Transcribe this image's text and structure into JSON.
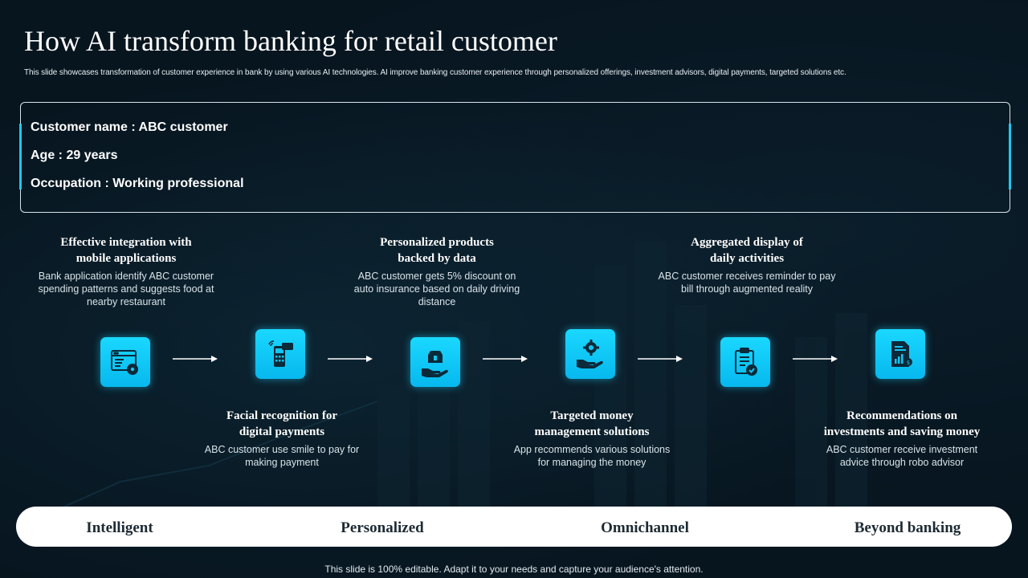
{
  "slide": {
    "title": "How AI transform banking for retail customer",
    "subtitle": "This slide showcases transformation of customer experience in bank by using various AI technologies. AI improve banking customer experience through personalized offerings, investment advisors, digital payments, targeted solutions etc."
  },
  "customer": {
    "name_line": "Customer name : ABC customer",
    "age_line": "Age : 29 years",
    "occupation_line": "Occupation : Working professional"
  },
  "steps": [
    {
      "heading_line1": "Effective integration with",
      "heading_line2": "mobile applications",
      "desc": "Bank application identify ABC customer spending patterns and suggests food at nearby restaurant",
      "icon": "browser-settings-icon"
    },
    {
      "heading_line1": "Facial recognition for",
      "heading_line2": "digital payments",
      "desc": "ABC customer use smile to pay for making payment",
      "icon": "card-terminal-icon"
    },
    {
      "heading_line1": "Personalized products",
      "heading_line2": "backed by data",
      "desc": "ABC customer gets 5% discount on auto insurance based on daily driving distance",
      "icon": "hand-product-icon"
    },
    {
      "heading_line1": "Targeted money",
      "heading_line2": "management solutions",
      "desc": "App recommends various solutions for managing the money",
      "icon": "hand-gear-icon"
    },
    {
      "heading_line1": "Aggregated display of",
      "heading_line2": "daily activities",
      "desc": "ABC customer receives reminder to pay bill through augmented reality",
      "icon": "clipboard-check-icon"
    },
    {
      "heading_line1": "Recommendations on",
      "heading_line2": "investments and saving money",
      "desc": "ABC customer receive investment advice through robo advisor",
      "icon": "financial-report-icon"
    }
  ],
  "pillars": [
    "Intelligent",
    "Personalized",
    "Omnichannel",
    "Beyond banking"
  ],
  "footer": "This slide is 100% editable. Adapt it to your needs and capture your audience's attention.",
  "colors": {
    "background": "#07151f",
    "accent": "#1fc8f0",
    "icon_dark": "#0b2a3a"
  }
}
